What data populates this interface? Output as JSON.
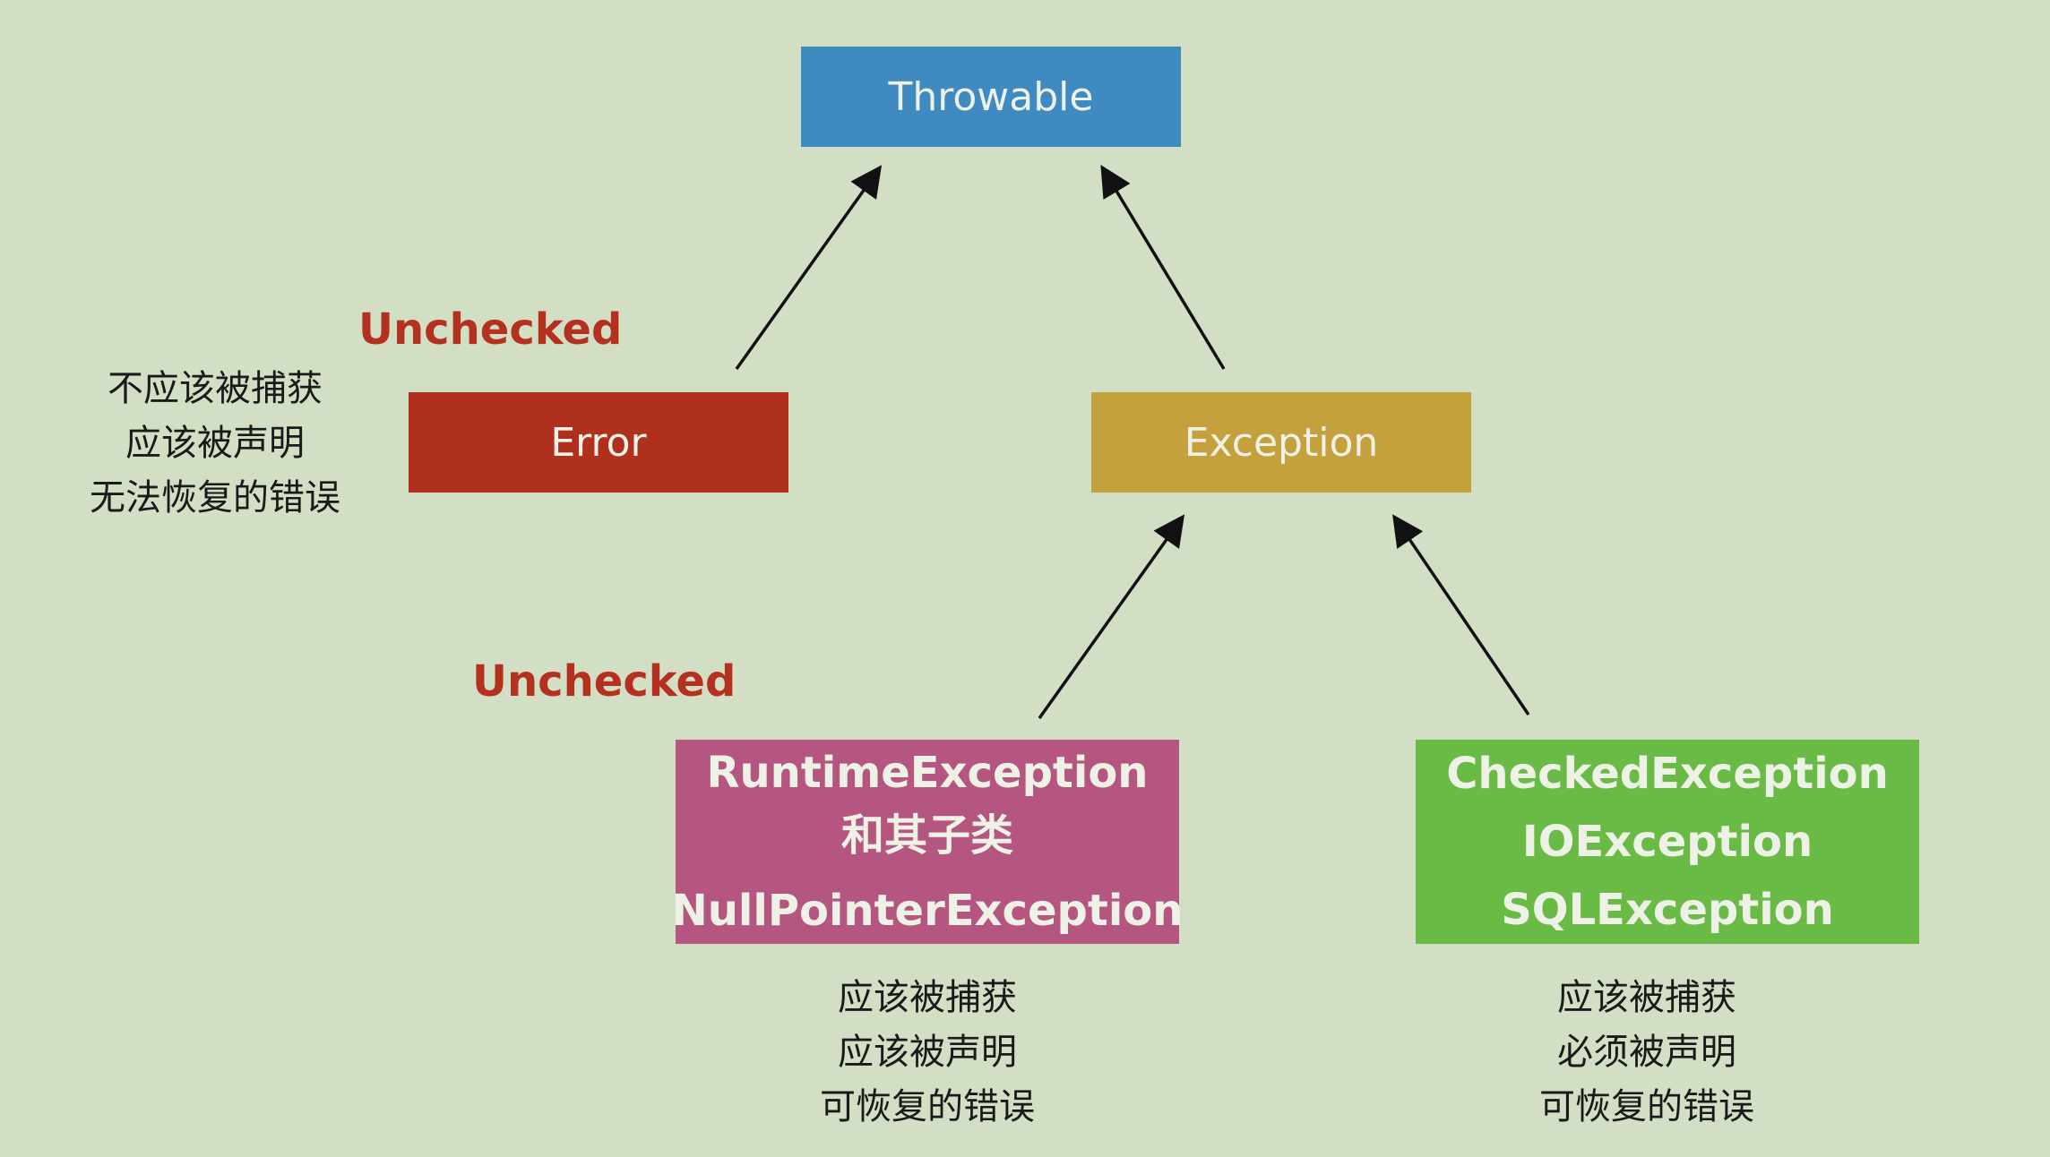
{
  "nodes": {
    "throwable": "Throwable",
    "error": "Error",
    "exception": "Exception",
    "runtime": [
      "RuntimeException",
      "和其子类",
      "NullPointerException"
    ],
    "checked": [
      "CheckedException",
      "IOException",
      "SQLException"
    ]
  },
  "labels": {
    "unchecked_error": "Unchecked",
    "unchecked_runtime": "Unchecked"
  },
  "notes": {
    "error": [
      "不应该被捕获",
      "应该被声明",
      "无法恢复的错误"
    ],
    "runtime": [
      "应该被捕获",
      "应该被声明",
      "可恢复的错误"
    ],
    "checked": [
      "应该被捕获",
      "必须被声明",
      "可恢复的错误"
    ]
  },
  "colors": {
    "background": "#d3dfc5",
    "throwable": "#3f8ac1",
    "error": "#b0301e",
    "exception": "#c4a13c",
    "runtime": "#b4567f",
    "checked": "#6aba46",
    "unchecked_label": "#b3311e"
  }
}
